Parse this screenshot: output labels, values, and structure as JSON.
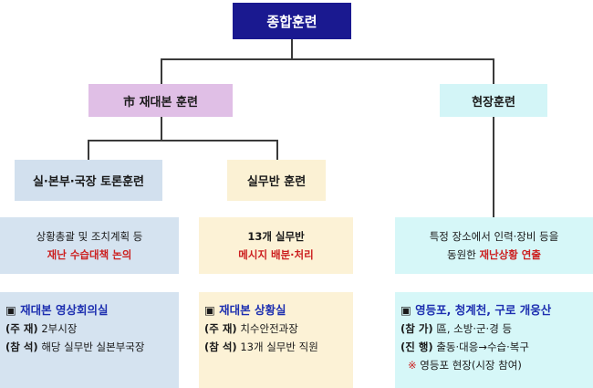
{
  "top": {
    "label": "종합훈련"
  },
  "level2": {
    "city_hq": "市 재대본 훈련",
    "field": "현장훈련"
  },
  "level3": {
    "discussion": "실·본부·국장 토론훈련",
    "working": "실무반 훈련"
  },
  "desc": {
    "discussion": {
      "line1": "상황총괄 및 조치계획 등",
      "line2": "재난 수습대책 논의"
    },
    "working": {
      "line1": "13개 실무반",
      "line2": "메시지 배분·처리"
    },
    "field": {
      "line1": "특정 장소에서 인력·장비 등을",
      "line2_plain": "동원한 ",
      "line2_red": "재난상황 연출"
    }
  },
  "details": {
    "hq_video": {
      "marker": "▣",
      "heading": "재대본 영상회의실",
      "rows": [
        {
          "key": "(주 재)",
          "value": "2부시장"
        },
        {
          "key": "(참 석)",
          "value": "해당 실무반 실본부국장"
        }
      ]
    },
    "hq_situation": {
      "marker": "▣",
      "heading": "재대본 상황실",
      "rows": [
        {
          "key": "(주 재)",
          "value": "치수안전과장"
        },
        {
          "key": "(참 석)",
          "value": "13개 실무반 직원"
        }
      ]
    },
    "field_site": {
      "marker": "▣",
      "heading": "영등포, 청계천, 구로 개웅산",
      "rows": [
        {
          "key": "(참 가)",
          "value": "區, 소방·군·경 등"
        },
        {
          "key": "(진 행)",
          "value": "출동·대응→수습·복구"
        }
      ],
      "note_mark": "※",
      "note_text": "영등포 현장(시장 참여)"
    }
  }
}
